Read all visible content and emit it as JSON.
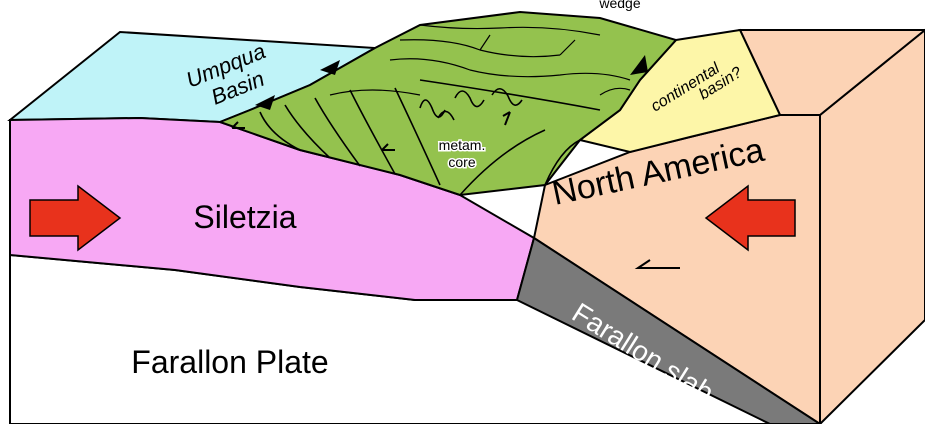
{
  "labels": {
    "wedge": "wedge",
    "umpqua_line1": "Umpqua",
    "umpqua_line2": "Basin",
    "continental_line1": "continental",
    "continental_line2": "basin?",
    "metam_line1": "metam.",
    "metam_line2": "core",
    "north_america": "North America",
    "siletzia": "Siletzia",
    "farallon_plate": "Farallon Plate",
    "farallon_slab": "Farallon slab"
  },
  "colors": {
    "umpqua_basin": "#bff3f8",
    "continental_basin": "#fdf6a8",
    "north_america": "#fcd3b5",
    "siletzia": "#f7a8f4",
    "farallon_plate": "#ffffff",
    "farallon_slab": "#7a7a7a",
    "wedge": "#94c24e",
    "arrow": "#e8321c",
    "outline": "#000000"
  },
  "icons": {
    "left_arrow": "right-pointing-arrow",
    "right_arrow": "left-pointing-arrow",
    "shear_sense": "half-arrow"
  }
}
